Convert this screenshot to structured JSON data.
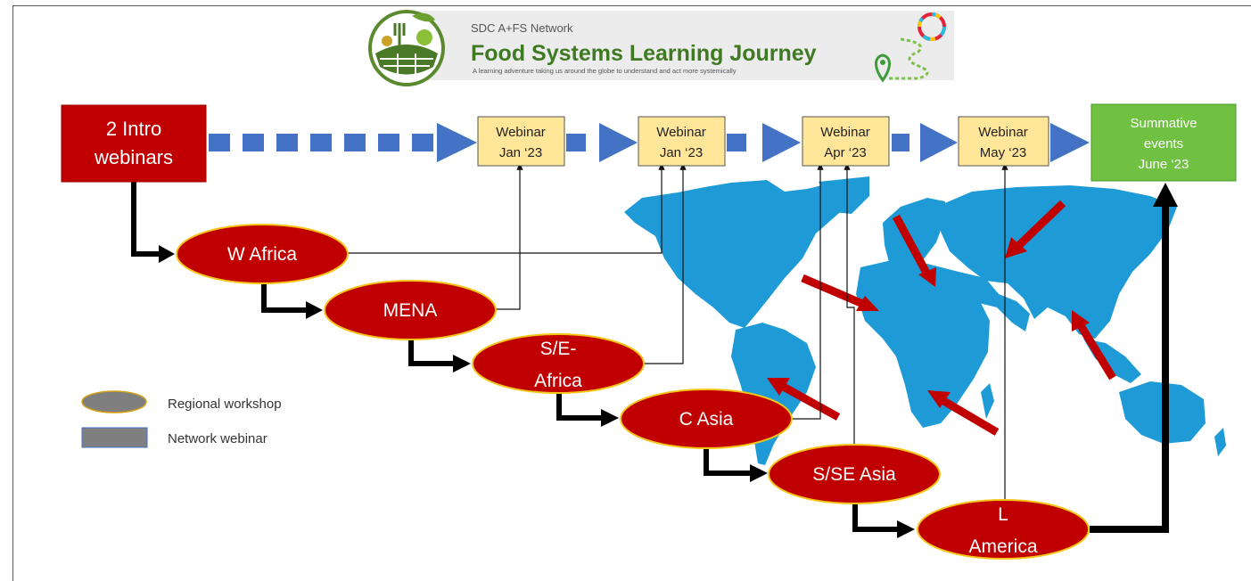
{
  "header": {
    "network_name": "SDC A+FS Network",
    "title": "Food Systems Learning Journey",
    "subtitle": "A learning adventure taking us around the globe to understand and act more systemically"
  },
  "start_box": {
    "line1": "2 Intro",
    "line2": "webinars"
  },
  "webinars": [
    {
      "line1": "Webinar",
      "line2": "Jan ‘23"
    },
    {
      "line1": "Webinar",
      "line2": "Jan ‘23"
    },
    {
      "line1": "Webinar",
      "line2": "Apr ‘23"
    },
    {
      "line1": "Webinar",
      "line2": "May ‘23"
    }
  ],
  "summative": {
    "line1": "Summative",
    "line2": "events",
    "line3": "June ‘23"
  },
  "workshops": [
    {
      "line1": "W Africa"
    },
    {
      "line1": "MENA"
    },
    {
      "line1": "S/E-",
      "line2": "Africa"
    },
    {
      "line1": "C Asia"
    },
    {
      "line1": "S/SE Asia"
    },
    {
      "line1": "L",
      "line2": "America"
    }
  ],
  "legend": {
    "workshop_label": "Regional workshop",
    "webinar_label": "Network webinar"
  },
  "colors": {
    "workshop_fill": "#c00000",
    "workshop_border": "#f5c518",
    "webinar_fill": "#ffe699",
    "summative_fill": "#70c042",
    "dash_blue": "#4472c4",
    "map_blue": "#1e9bd7",
    "pointer_red": "#c00000"
  }
}
